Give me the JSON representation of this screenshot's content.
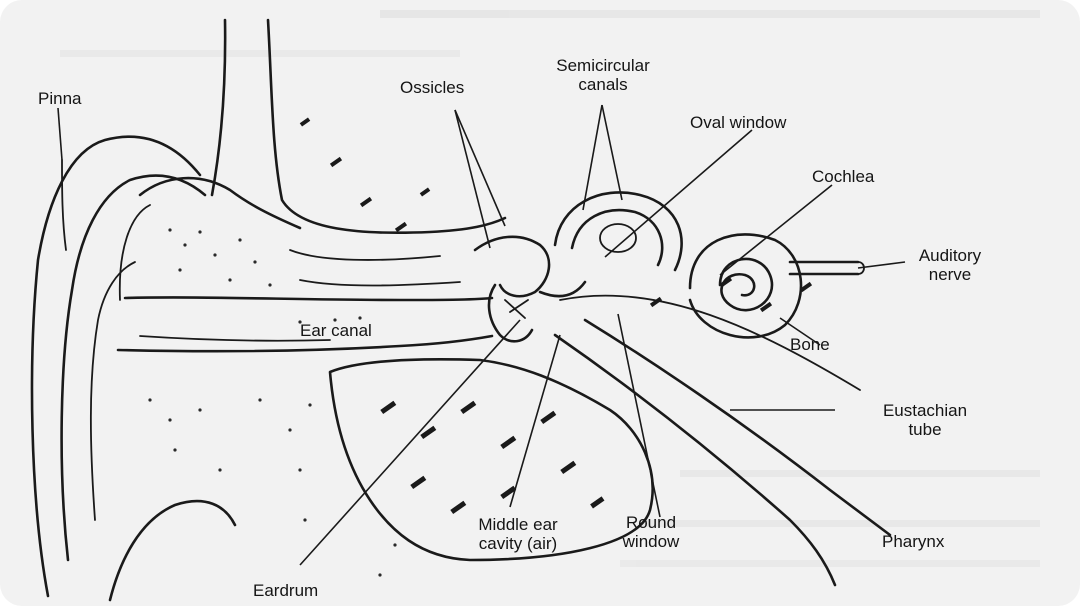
{
  "labels": {
    "pinna": "Pinna",
    "ossicles": "Ossicles",
    "semicircular_canals": [
      "Semicircular",
      "canals"
    ],
    "oval_window": "Oval window",
    "cochlea": "Cochlea",
    "auditory_nerve": [
      "Auditory",
      "nerve"
    ],
    "ear_canal": "Ear canal",
    "bone": "Bone",
    "eustachian_tube": [
      "Eustachian",
      "tube"
    ],
    "middle_ear_cavity": [
      "Middle ear",
      "cavity (air)"
    ],
    "round_window": [
      "Round",
      "window"
    ],
    "pharynx": "Pharynx",
    "eardrum": "Eardrum"
  },
  "colors": {
    "ink": "#1a1a1a",
    "paper": "#f2f2f2"
  }
}
